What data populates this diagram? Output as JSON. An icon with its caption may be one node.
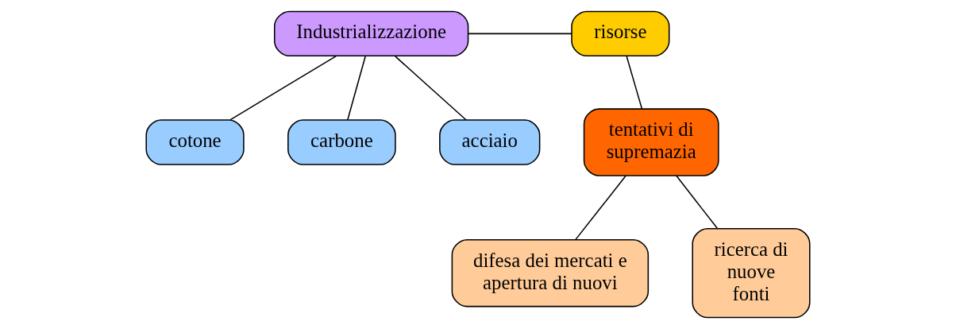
{
  "diagram": {
    "nodes": [
      {
        "text": [
          "Industrializzazione"
        ]
      },
      {
        "text": [
          "risorse"
        ]
      },
      {
        "text": [
          "cotone"
        ]
      },
      {
        "text": [
          "carbone"
        ]
      },
      {
        "text": [
          "acciaio"
        ]
      },
      {
        "text": [
          "tentativi di supremazia"
        ]
      },
      {
        "text": [
          "difesa dei mercati e apertura di nuovi"
        ]
      },
      {
        "text": [
          "ricerca di nuove fonti"
        ]
      }
    ],
    "edges": [
      {
        "from": 0,
        "to": 1,
        "arrow": "none"
      },
      {
        "from": 0,
        "to": 2,
        "arrow": "none"
      },
      {
        "from": 0,
        "to": 3,
        "arrow": "none"
      },
      {
        "from": 0,
        "to": 4,
        "arrow": "none"
      },
      {
        "from": 1,
        "to": 5,
        "arrow": "none"
      },
      {
        "from": 5,
        "to": 6,
        "arrow": "none"
      },
      {
        "from": 5,
        "to": 7,
        "arrow": "none"
      }
    ]
  }
}
